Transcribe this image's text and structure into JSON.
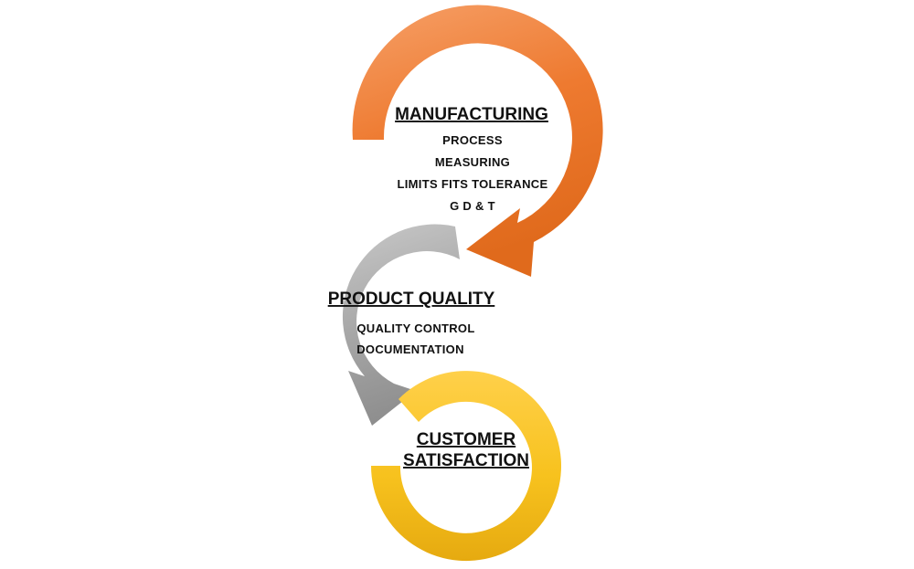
{
  "stages": [
    {
      "title": "MANUFACTURING",
      "items": [
        "PROCESS",
        "MEASURING",
        "LIMITS FITS TOLERANCE",
        "G D & T"
      ],
      "color": "#EE7A30",
      "color_light": "#F6A068",
      "color_dark": "#E06A1C"
    },
    {
      "title": "PRODUCT QUALITY",
      "items": [
        "QUALITY CONTROL",
        "DOCUMENTATION"
      ],
      "color": "#A6A6A6",
      "color_light": "#C8C8C8",
      "color_dark": "#8E8E8E"
    },
    {
      "title_lines": [
        "CUSTOMER",
        "SATISFACTION"
      ],
      "items": [],
      "color": "#F5BC1C",
      "color_light": "#FFD04A",
      "color_dark": "#E6AA10"
    }
  ]
}
